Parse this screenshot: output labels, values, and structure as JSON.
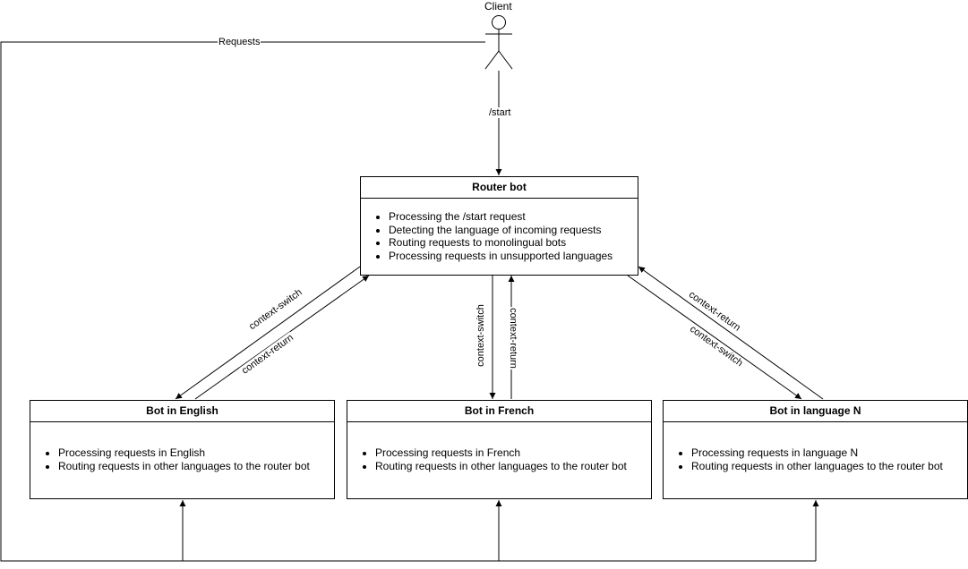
{
  "actor": {
    "label": "Client"
  },
  "edges": {
    "requests": "Requests",
    "start": "/start",
    "en_switch": "context-switch",
    "en_return": "context-return",
    "fr_switch": "context-switch",
    "fr_return": "context-return",
    "n_return": "context-return",
    "n_switch": "context-switch"
  },
  "router": {
    "title": "Router bot",
    "items": [
      "Processing the /start request",
      "Detecting the language of incoming requests",
      "Routing requests to monolingual bots",
      "Processing requests in unsupported languages"
    ]
  },
  "bots": [
    {
      "title": "Bot in English",
      "items": [
        "Processing requests in English",
        "Routing requests in other languages to the router bot"
      ]
    },
    {
      "title": "Bot in French",
      "items": [
        "Processing requests in French",
        "Routing requests in other languages to the router bot"
      ]
    },
    {
      "title": "Bot in language N",
      "items": [
        "Processing requests in language N",
        "Routing requests in other languages to the router bot"
      ]
    }
  ]
}
